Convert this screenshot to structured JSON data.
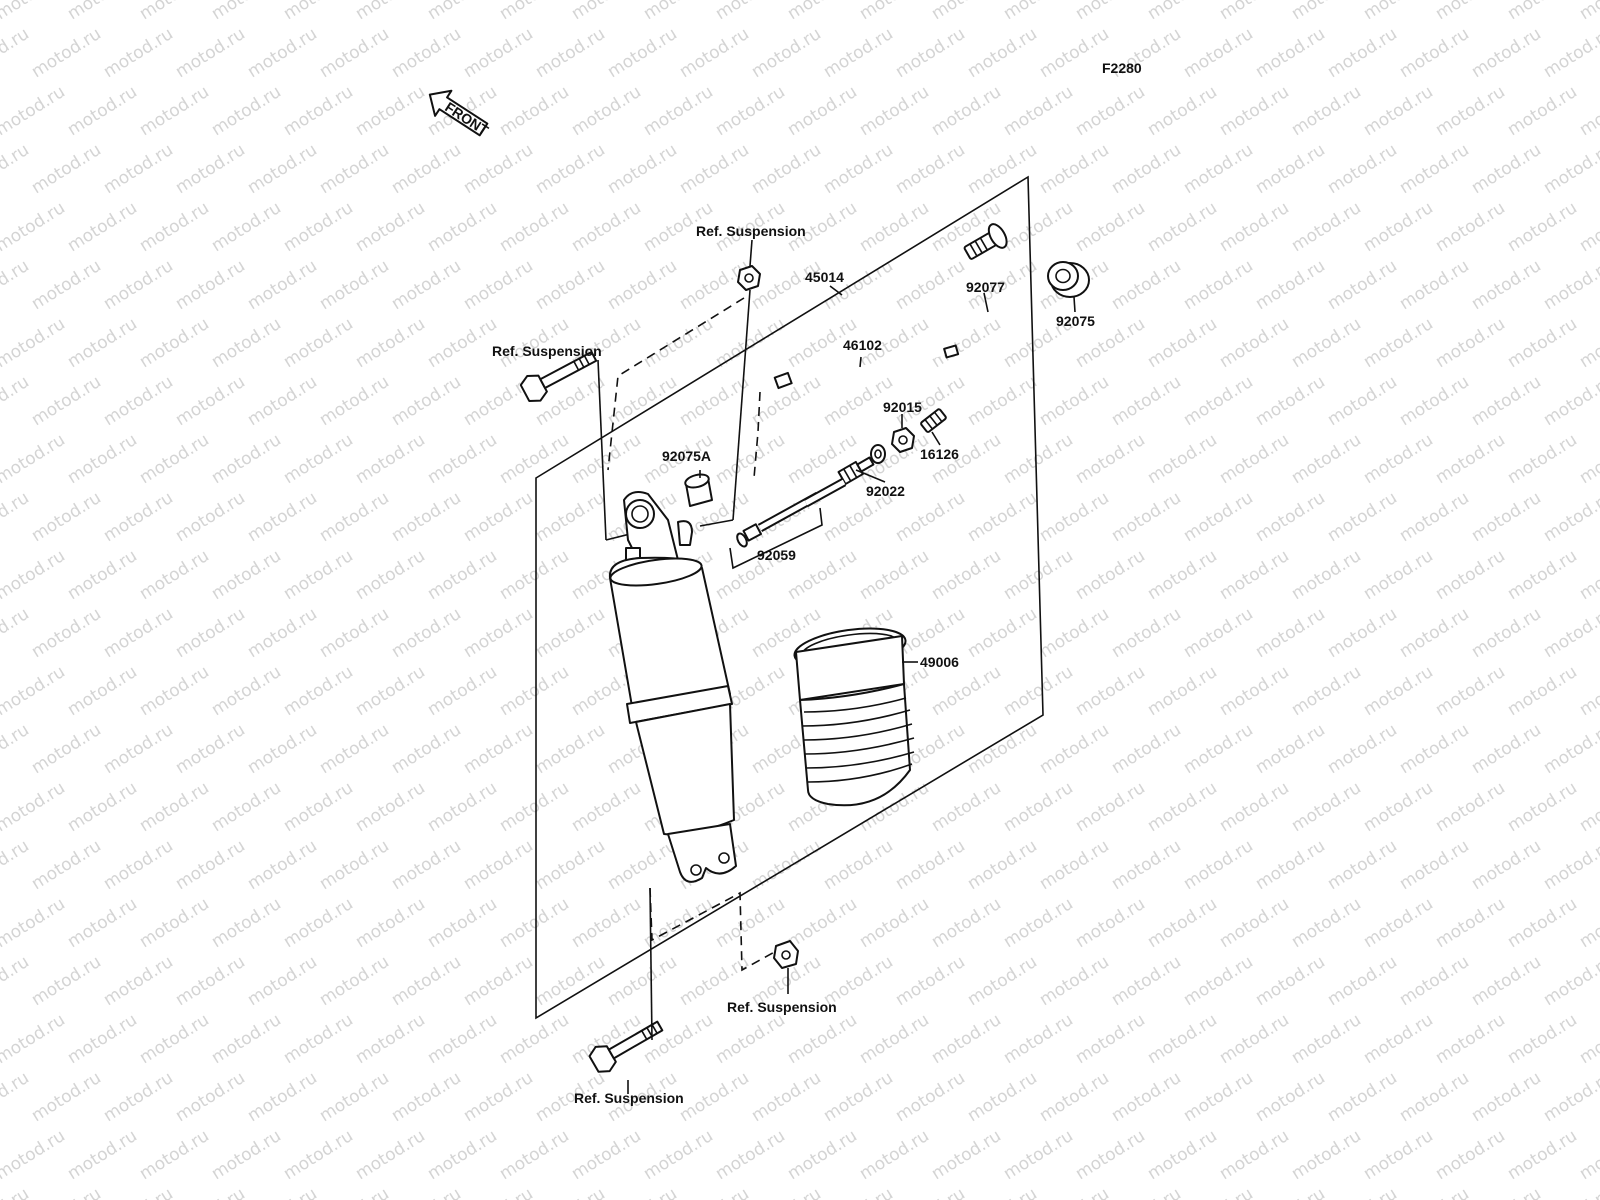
{
  "figure_code": "F2280",
  "front_arrow_label": "FRONT",
  "watermark": "motod.ru",
  "colors": {
    "ink": "#111111",
    "paper": "#ffffff",
    "watermark": "#d4d4d4"
  },
  "parts": {
    "p45014": "45014",
    "p46102": "46102",
    "p92077": "92077",
    "p92075": "92075",
    "p92015": "92015",
    "p16126": "16126",
    "p92022": "92022",
    "p92075A": "92075A",
    "p92059": "92059",
    "p49006": "49006"
  },
  "refs": {
    "top_nut": "Ref. Suspension",
    "top_bolt": "Ref. Suspension",
    "bottom_nut": "Ref. Suspension",
    "bottom_bolt": "Ref. Suspension"
  }
}
